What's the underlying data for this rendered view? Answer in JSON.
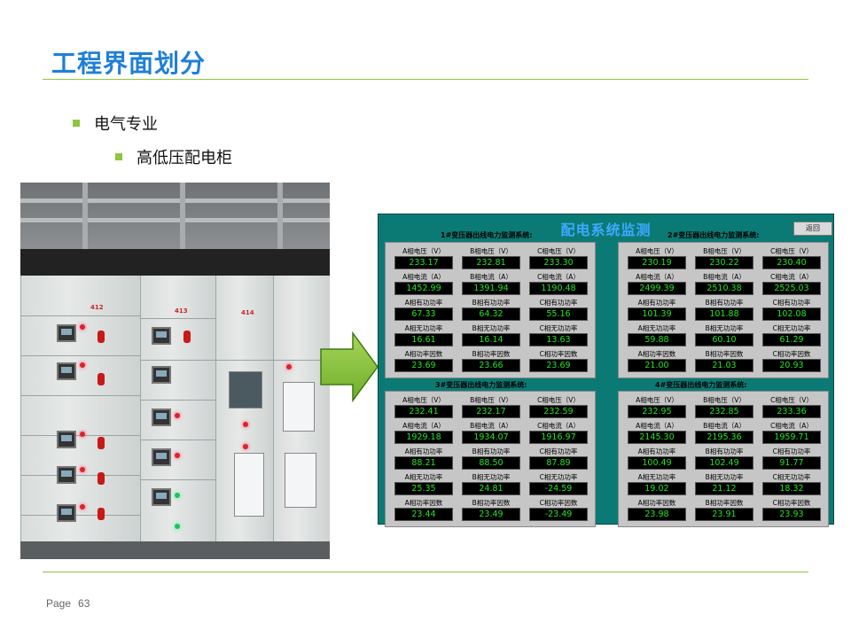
{
  "slide": {
    "title": "工程界面划分",
    "bullet1": "电气专业",
    "bullet2": "高低压配电柜",
    "page_label": "Page",
    "page_number": "63"
  },
  "photo": {
    "cabinet_labels": [
      "412",
      "413",
      "414"
    ]
  },
  "colors": {
    "title_blue": "#1f7fd6",
    "accent_green": "#8dc63f",
    "scada_bg": "#0c7a74",
    "display_green": "#21e621"
  },
  "scada": {
    "title": "配电系统监测",
    "back_button": "返回",
    "sections": [
      {
        "title": "1#变压器出线电力监测系统:",
        "rows": [
          {
            "labels": [
              "A相电压（V）",
              "B相电压（V）",
              "C相电压（V）"
            ],
            "values": [
              "233.17",
              "232.81",
              "233.30"
            ]
          },
          {
            "labels": [
              "A相电流（A）",
              "B相电流（A）",
              "C相电流（A）"
            ],
            "values": [
              "1452.99",
              "1391.94",
              "1190.48"
            ]
          },
          {
            "labels": [
              "A相有功功率",
              "B相有功功率",
              "C相有功功率"
            ],
            "values": [
              "67.33",
              "64.32",
              "55.16"
            ]
          },
          {
            "labels": [
              "A相无功功率",
              "B相无功功率",
              "C相无功功率"
            ],
            "values": [
              "16.61",
              "16.14",
              "13.63"
            ]
          },
          {
            "labels": [
              "A相功率因数",
              "B相功率因数",
              "C相功率因数"
            ],
            "values": [
              "23.69",
              "23.66",
              "23.69"
            ]
          }
        ]
      },
      {
        "title": "2#变压器出线电力监测系统:",
        "rows": [
          {
            "labels": [
              "A相电压（V）",
              "B相电压（V）",
              "C相电压（V）"
            ],
            "values": [
              "230.19",
              "230.22",
              "230.40"
            ]
          },
          {
            "labels": [
              "A相电流（A）",
              "B相电流（A）",
              "C相电流（A）"
            ],
            "values": [
              "2499.39",
              "2510.38",
              "2525.03"
            ]
          },
          {
            "labels": [
              "A相有功功率",
              "B相有功功率",
              "C相有功功率"
            ],
            "values": [
              "101.39",
              "101.88",
              "102.08"
            ]
          },
          {
            "labels": [
              "A相无功功率",
              "B相无功功率",
              "C相无功功率"
            ],
            "values": [
              "59.88",
              "60.10",
              "61.29"
            ]
          },
          {
            "labels": [
              "A相功率因数",
              "B相功率因数",
              "C相功率因数"
            ],
            "values": [
              "21.00",
              "21.03",
              "20.93"
            ]
          }
        ]
      },
      {
        "title": "3#变压器出线电力监测系统:",
        "rows": [
          {
            "labels": [
              "A相电压（V）",
              "B相电压（V）",
              "C相电压（V）"
            ],
            "values": [
              "232.41",
              "232.17",
              "232.59"
            ]
          },
          {
            "labels": [
              "A相电流（A）",
              "B相电流（A）",
              "C相电流（A）"
            ],
            "values": [
              "1929.18",
              "1934.07",
              "1916.97"
            ]
          },
          {
            "labels": [
              "A相有功功率",
              "B相有功功率",
              "C相有功功率"
            ],
            "values": [
              "88.21",
              "88.50",
              "87.89"
            ]
          },
          {
            "labels": [
              "A相无功功率",
              "B相无功功率",
              "C相无功功率"
            ],
            "values": [
              "25.35",
              "24.81",
              "-24.59"
            ]
          },
          {
            "labels": [
              "A相功率因数",
              "B相功率因数",
              "C相功率因数"
            ],
            "values": [
              "23.44",
              "23.49",
              "-23.49"
            ]
          }
        ]
      },
      {
        "title": "4#变压器出线电力监测系统:",
        "rows": [
          {
            "labels": [
              "A相电压（V）",
              "B相电压（V）",
              "C相电压（V）"
            ],
            "values": [
              "232.95",
              "232.85",
              "233.36"
            ]
          },
          {
            "labels": [
              "A相电流（A）",
              "B相电流（A）",
              "C相电流（A）"
            ],
            "values": [
              "2145.30",
              "2195.36",
              "1959.71"
            ]
          },
          {
            "labels": [
              "A相有功功率",
              "B相有功功率",
              "C相有功功率"
            ],
            "values": [
              "100.49",
              "102.49",
              "91.77"
            ]
          },
          {
            "labels": [
              "A相无功功率",
              "B相无功功率",
              "C相无功功率"
            ],
            "values": [
              "19.02",
              "21.12",
              "18.32"
            ]
          },
          {
            "labels": [
              "A相功率因数",
              "B相功率因数",
              "C相功率因数"
            ],
            "values": [
              "23.98",
              "23.91",
              "23.93"
            ]
          }
        ]
      }
    ]
  }
}
